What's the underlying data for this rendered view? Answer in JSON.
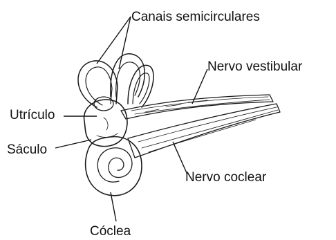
{
  "diagram": {
    "labels": {
      "canais": "Canais semicirculares",
      "nervo_vestibular": "Nervo vestibular",
      "utriculo": "Utrículo",
      "saculo": "Sáculo",
      "nervo_coclear": "Nervo coclear",
      "coclea": "Cóclea"
    },
    "colors": {
      "ink": "#1a1a1a",
      "organ_fill": "#f7f7f7",
      "nerve_fill": "#e6e6e6",
      "background": "#ffffff"
    }
  }
}
